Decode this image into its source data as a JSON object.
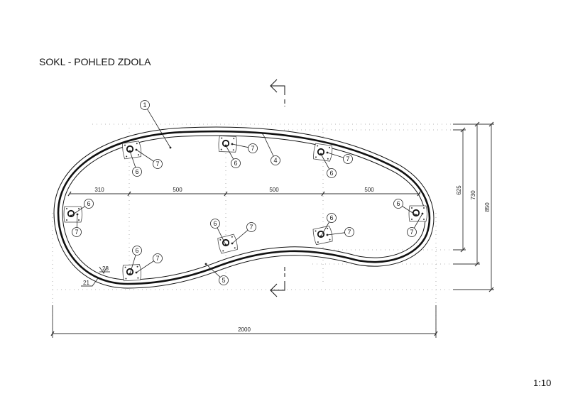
{
  "title": "SOKL - POHLED ZDOLA",
  "scale": "1:10",
  "dimensions": {
    "horizontal_segments": [
      "310",
      "500",
      "500",
      "500"
    ],
    "overall_width": "2000",
    "height_625": "625",
    "height_730": "730",
    "height_850": "850",
    "thickness_28": "28",
    "thickness_21": "21"
  },
  "callouts": {
    "part1": "1",
    "part4": "4",
    "part5": "5"
  },
  "plates": [
    {
      "hole": "6",
      "screw": "7"
    },
    {
      "hole": "6",
      "screw": "7"
    },
    {
      "hole": "6",
      "screw": "7"
    },
    {
      "hole": "6",
      "screw": "7"
    },
    {
      "hole": "6",
      "screw": "7"
    },
    {
      "hole": "6",
      "screw": "7"
    },
    {
      "hole": "6",
      "screw": "7"
    },
    {
      "hole": "6",
      "screw": "7"
    }
  ],
  "colors": {
    "line": "#111111",
    "construction": "#9a9a9a"
  }
}
